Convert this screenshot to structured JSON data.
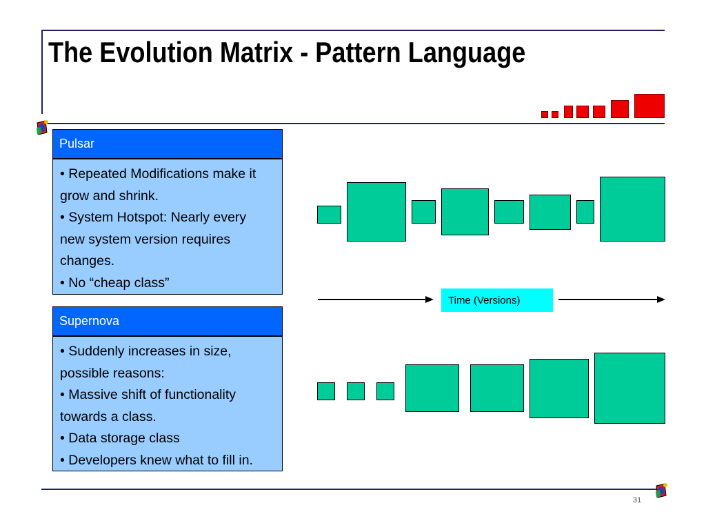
{
  "slide": {
    "title": "The Evolution Matrix - Pattern Language",
    "page_number": "31"
  },
  "patterns": [
    {
      "name": "Pulsar",
      "bullets": [
        "• Repeated Modifications make it",
        "grow and shrink.",
        "• System Hotspot: Nearly every",
        "new system version requires",
        "changes.",
        "• No “cheap class”"
      ]
    },
    {
      "name": "Supernova",
      "bullets": [
        "• Suddenly increases in size,",
        "possible reasons:",
        "• Massive shift of functionality",
        "towards a class.",
        "• Data storage class",
        "• Developers knew what to fill in."
      ]
    }
  ],
  "timeline": {
    "label": "Time (Versions)"
  },
  "colors": {
    "title_rule": "#1f1f6b",
    "header_fill": "#0066ff",
    "body_fill": "#99ccff",
    "class_box": "#00cc99",
    "label_fill": "#00ffff",
    "accent_squares": "#ee0000"
  },
  "icons": {
    "header_logo": "university-logo-icon",
    "footer_logo": "university-logo-icon"
  }
}
